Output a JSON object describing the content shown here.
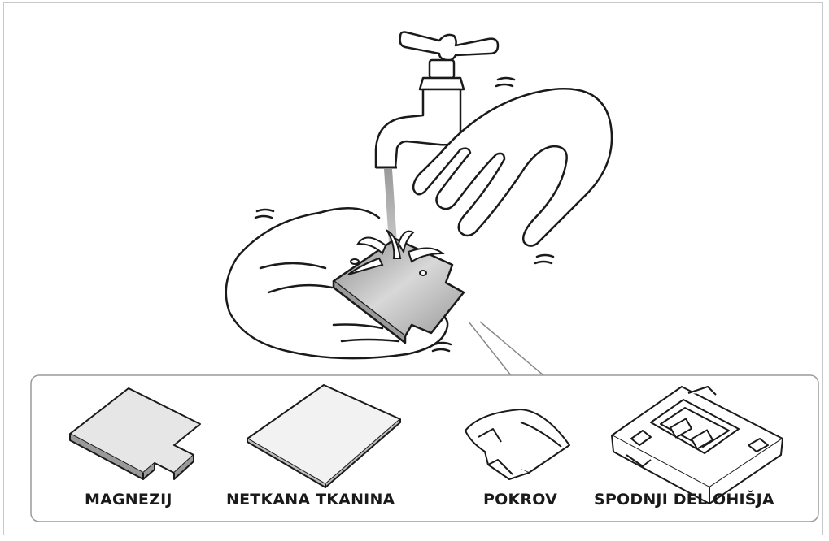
{
  "parts": [
    {
      "label": "MAGNEZIJ"
    },
    {
      "label": "NETKANA TKANINA"
    },
    {
      "label": "POKROV"
    },
    {
      "label": "SPODNJI DEL OHIŠJA"
    }
  ],
  "colors": {
    "line": "#1a1a1a",
    "frame": "#c9c9c9",
    "panel_border": "#9a9a9a",
    "plate_fill": "#bdbdbd"
  }
}
